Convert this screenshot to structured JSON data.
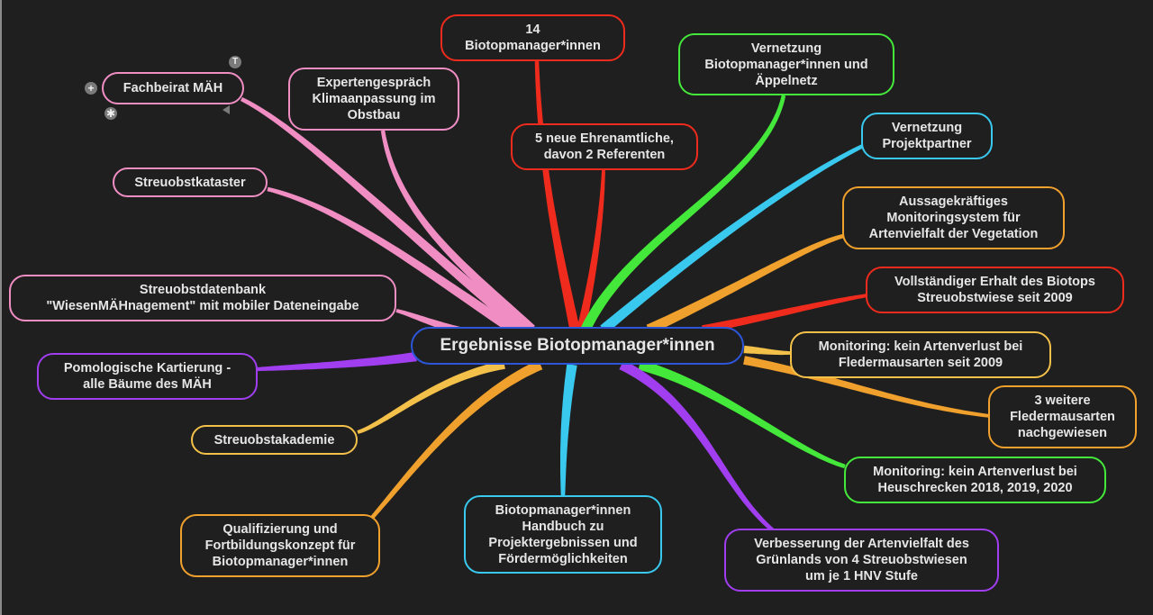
{
  "colors": {
    "background": "#1f1f1f",
    "pink": "#f08ec4",
    "red": "#ee2b1c",
    "green": "#44e83a",
    "cyan": "#39c8ee",
    "orange": "#f0a02c",
    "yellow": "#f3c04a",
    "purple": "#a03ef0",
    "blue": "#2c55d8"
  },
  "central_topic": "Ergebnisse Biotopmanager*innen",
  "topics": [
    {
      "id": "fachbeirat",
      "label": "Fachbeirat MÄH",
      "color": "pink"
    },
    {
      "id": "expertengespraech",
      "label": "Expertengespräch\nKlimaanpassung im\nObstbau",
      "color": "pink"
    },
    {
      "id": "biotopmanager14",
      "label": "14\nBiotopmanager*innen",
      "color": "red"
    },
    {
      "id": "ehrenamtliche",
      "label": "5 neue Ehrenamtliche,\ndavon 2 Referenten",
      "color": "red"
    },
    {
      "id": "vernetzung-bm",
      "label": "Vernetzung\nBiotopmanager*innen und\nÄppelnetz",
      "color": "green"
    },
    {
      "id": "vernetzung-pp",
      "label": "Vernetzung\nProjektpartner",
      "color": "cyan"
    },
    {
      "id": "streuobstkataster",
      "label": "Streuobstkataster",
      "color": "pink"
    },
    {
      "id": "monitoringsystem",
      "label": "Aussagekräftiges\nMonitoringsystem für\nArtenvielfalt der Vegetation",
      "color": "orange"
    },
    {
      "id": "erhalt",
      "label": "Vollständiger Erhalt des Biotops\nStreuobstwiese seit 2009",
      "color": "red"
    },
    {
      "id": "datenbank",
      "label": "Streuobstdatenbank\n\"WiesenMÄHnagement\" mit mobiler Dateneingabe",
      "color": "pink"
    },
    {
      "id": "fledermaus-monitoring",
      "label": "Monitoring: kein Artenverlust bei\nFledermausarten seit 2009",
      "color": "yellow"
    },
    {
      "id": "pomologie",
      "label": "Pomologische Kartierung -\nalle Bäume des MÄH",
      "color": "purple"
    },
    {
      "id": "fledermaus-weitere",
      "label": "3 weitere\nFledermausarten\nnachgewiesen",
      "color": "orange"
    },
    {
      "id": "akademie",
      "label": "Streuobstakademie",
      "color": "yellow"
    },
    {
      "id": "heuschrecken",
      "label": "Monitoring: kein Artenverlust bei\nHeuschrecken 2018, 2019, 2020",
      "color": "green"
    },
    {
      "id": "qualifizierung",
      "label": "Qualifizierung und\nFortbildungskonzept für\nBiotopmanager*innen",
      "color": "orange"
    },
    {
      "id": "handbuch",
      "label": "Biotopmanager*innen\nHandbuch zu\nProjektergebnissen und\nFördermöglichkeiten",
      "color": "cyan"
    },
    {
      "id": "gruenland",
      "label": "Verbesserung der Artenvielfalt des\nGrünlands von 4 Streuobstwiesen\num je 1 HNV Stufe",
      "color": "purple"
    }
  ],
  "selection_handles": {
    "add": "+",
    "topic": "T",
    "star": "✱"
  }
}
